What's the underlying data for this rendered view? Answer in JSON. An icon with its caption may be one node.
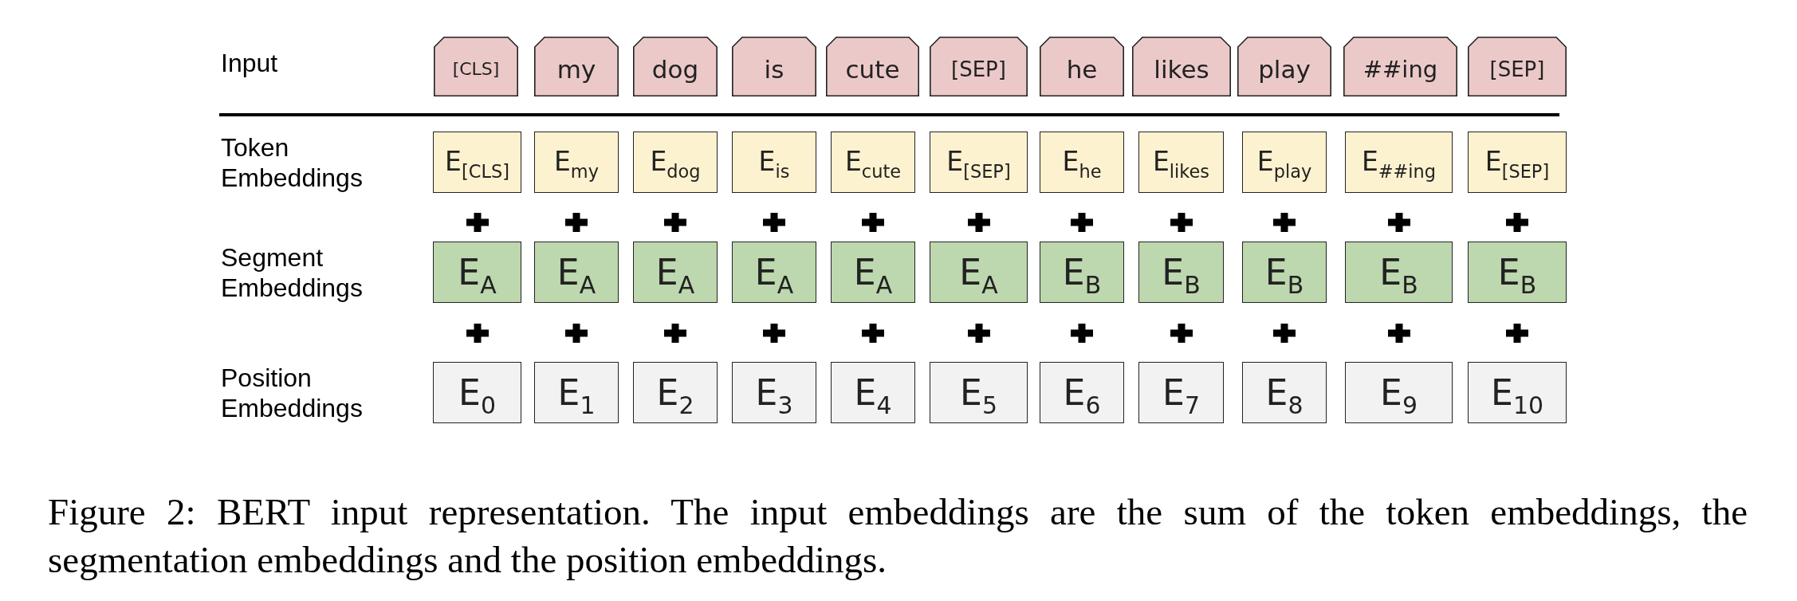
{
  "diagram": {
    "caption": "Figure 2: BERT input representation. The input embeddings are the sum of the token embeddings, the segmentation embeddings and the position embeddings.",
    "nodes": [
      {
        "text": [
          "[CLS]"
        ]
      },
      {
        "text": [
          "my"
        ]
      },
      {
        "text": [
          "dog"
        ]
      },
      {
        "text": [
          "is"
        ]
      },
      {
        "text": [
          "cute"
        ]
      },
      {
        "text": [
          "[SEP]"
        ]
      },
      {
        "text": [
          "he"
        ]
      },
      {
        "text": [
          "likes"
        ]
      },
      {
        "text": [
          "play"
        ]
      },
      {
        "text": [
          "##ing"
        ]
      },
      {
        "text": [
          "[SEP]"
        ]
      },
      {
        "text": [
          "E$_{[CLS]}$"
        ]
      },
      {
        "text": [
          "E$_{my}$"
        ]
      },
      {
        "text": [
          "E$_{dog}$"
        ]
      },
      {
        "text": [
          "E$_{is}$"
        ]
      },
      {
        "text": [
          "E$_{cute}$"
        ]
      },
      {
        "text": [
          "E$_{[SEP]}$"
        ]
      },
      {
        "text": [
          "E$_{he}$"
        ]
      },
      {
        "text": [
          "E$_{likes}$"
        ]
      },
      {
        "text": [
          "E$_{play}$"
        ]
      },
      {
        "text": [
          "E$_{##ing}$"
        ]
      },
      {
        "text": [
          "E$_{[SEP]}$"
        ]
      },
      {
        "text": [
          "E$_{A}$"
        ]
      },
      {
        "text": [
          "E$_{A}$"
        ]
      },
      {
        "text": [
          "E$_{A}$"
        ]
      },
      {
        "text": [
          "E$_{A}$"
        ]
      },
      {
        "text": [
          "E$_{A}$"
        ]
      },
      {
        "text": [
          "E$_{A}$"
        ]
      },
      {
        "text": [
          "E$_{B}$"
        ]
      },
      {
        "text": [
          "E$_{B}$"
        ]
      },
      {
        "text": [
          "E$_{B}$"
        ]
      },
      {
        "text": [
          "E$_{B}$"
        ]
      },
      {
        "text": [
          "E$_{B}$"
        ]
      },
      {
        "text": [
          "E$_{0}$"
        ]
      },
      {
        "text": [
          "E$_{1}$"
        ]
      },
      {
        "text": [
          "E$_{2}$"
        ]
      },
      {
        "text": [
          "E$_{3}$"
        ]
      },
      {
        "text": [
          "E$_{4}$"
        ]
      },
      {
        "text": [
          "E$_{5}$"
        ]
      },
      {
        "text": [
          "E$_{6}$"
        ]
      },
      {
        "text": [
          "E$_{7}$"
        ]
      },
      {
        "text": [
          "E$_{8}$"
        ]
      },
      {
        "text": [
          "E$_{9}$"
        ]
      },
      {
        "text": [
          "E$_{10}$"
        ]
      }
    ],
    "labels": [
      "Input",
      "Token Embeddings",
      "Segment Embeddings",
      "Position Embeddings"
    ]
  }
}
